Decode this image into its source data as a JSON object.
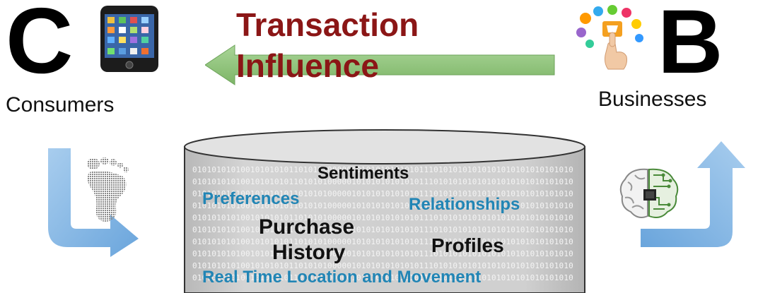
{
  "left_actor": {
    "letter": "C",
    "label": "Consumers"
  },
  "right_actor": {
    "letter": "B",
    "label": "Businesses"
  },
  "flow": {
    "line1": "Transaction",
    "line2": "Influence"
  },
  "database": {
    "words": {
      "sentiments": "Sentiments",
      "preferences": "Preferences",
      "relationships": "Relationships",
      "purchase": "Purchase",
      "history": "History",
      "profiles": "Profiles",
      "real_time": "Real Time Location and Movement"
    },
    "binary_pattern": "0101010101001010101011010101000001010101010101011101010101010101010101010101010101010101010101010101"
  },
  "colors": {
    "maroon_text": "#8b1616",
    "blue_text": "#2185b5",
    "green_arrow": "#8cc07a",
    "blue_arrow": "#7fb3e0",
    "cylinder": "#c9c9c9"
  }
}
